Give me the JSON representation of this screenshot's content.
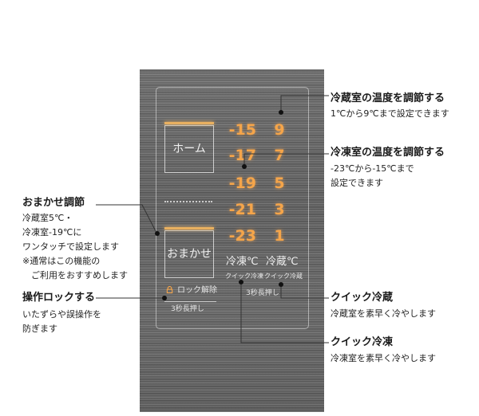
{
  "panel": {
    "buttons": {
      "home": "ホーム",
      "omakase": "おまかせ"
    },
    "freezer_temps": [
      "-15",
      "-17",
      "-19",
      "-21",
      "-23"
    ],
    "fridge_temps": [
      "9",
      "7",
      "5",
      "3",
      "1"
    ],
    "freezer_label": "冷凍℃",
    "fridge_label": "冷蔵℃",
    "quick_freeze_small": "クイック冷凍",
    "quick_chill_small": "クイック冷蔵",
    "hold_3s": "3秒長押し",
    "lock_release": "ロック解除",
    "lock_hold_3s": "3秒長押し"
  },
  "callouts": {
    "fridge_temp": {
      "title": "冷蔵室の温度を調節する",
      "desc": [
        "1℃から9℃まで設定できます"
      ]
    },
    "freezer_temp": {
      "title": "冷凍室の温度を調節する",
      "desc": [
        "-23℃から-15℃まで",
        "設定できます"
      ]
    },
    "omakase": {
      "title": "おまかせ調節",
      "desc": [
        "冷蔵室5℃・",
        "冷凍室-19℃に",
        "ワンタッチで設定します",
        "※通常はこの機能の",
        "　ご利用をおすすめします"
      ]
    },
    "lock": {
      "title": "操作ロックする",
      "desc": [
        "いたずらや誤操作を",
        "防ぎます"
      ]
    },
    "quick_chill": {
      "title": "クイック冷蔵",
      "desc": [
        "冷蔵室を素早く冷やします"
      ]
    },
    "quick_freeze": {
      "title": "クイック冷凍",
      "desc": [
        "冷凍室を素早く冷やします"
      ]
    }
  },
  "colors": {
    "digit": "#f5a54a",
    "panel": "#626262",
    "accent_bar": "#e8b060"
  }
}
